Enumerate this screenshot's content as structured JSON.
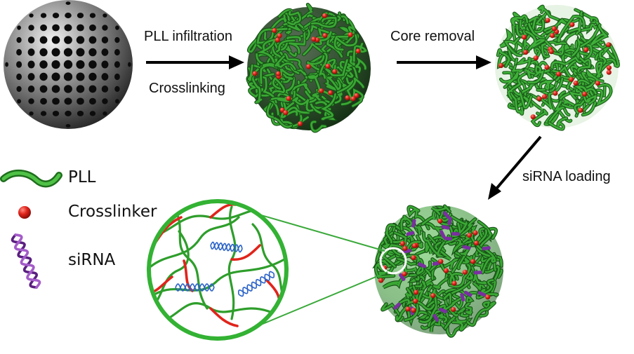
{
  "steps": {
    "step1_top": "PLL infiltration",
    "step1_bottom": "Crosslinking",
    "step2": "Core removal",
    "step3": "siRNA loading"
  },
  "legend": [
    {
      "label": "PLL",
      "icon": "pll-strand-icon"
    },
    {
      "label": "Crosslinker",
      "icon": "crosslinker-dot-icon"
    },
    {
      "label": "siRNA",
      "icon": "sirna-helix-icon"
    }
  ],
  "colors": {
    "pll_green": "#2e9e2b",
    "pll_dark": "#1f6e1d",
    "crosslinker_red": "#e0241b",
    "sirna_purple": "#7a2fa0",
    "sirna_blue": "#2a62c8",
    "core_gray": "#4a4a4a"
  }
}
